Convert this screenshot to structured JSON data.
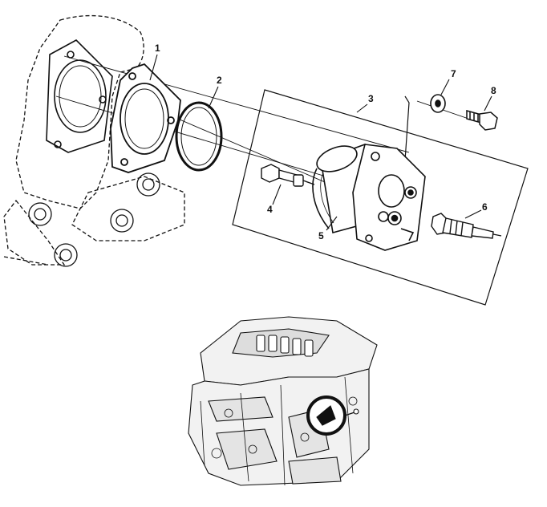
{
  "callouts": {
    "c1": "1",
    "c2": "2",
    "c3": "3",
    "c4": "4",
    "c5": "5",
    "c6": "6",
    "c7": "7",
    "c8": "8"
  },
  "colors": {
    "ink": "#111111",
    "paper": "#ffffff",
    "engine_fill": "#f2f2f2",
    "highlight_fill": "#111111"
  },
  "icons": {
    "locator": "engine-locator-circle-icon"
  }
}
